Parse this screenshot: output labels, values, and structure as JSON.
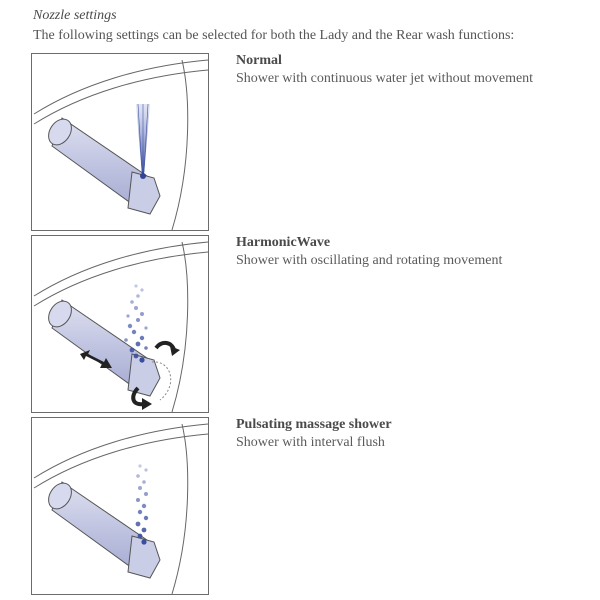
{
  "section": {
    "heading": "Nozzle settings",
    "intro": "The following settings can be selected for both the Lady and the Rear wash functions:"
  },
  "settings": [
    {
      "title": "Normal",
      "description": "Shower with continuous water jet without movement",
      "icon": "nozzle-straight-jet"
    },
    {
      "title": "HarmonicWave",
      "description": "Shower with oscillating and rotating movement",
      "icon": "nozzle-oscillating-jet"
    },
    {
      "title": "Pulsating massage shower",
      "description": "Shower with interval flush",
      "icon": "nozzle-pulsating-jet"
    }
  ],
  "colors": {
    "nozzle_fill": "#c9cde6",
    "water_jet": "#3a4ea0",
    "line": "#555555",
    "text": "#5a5a5a"
  }
}
